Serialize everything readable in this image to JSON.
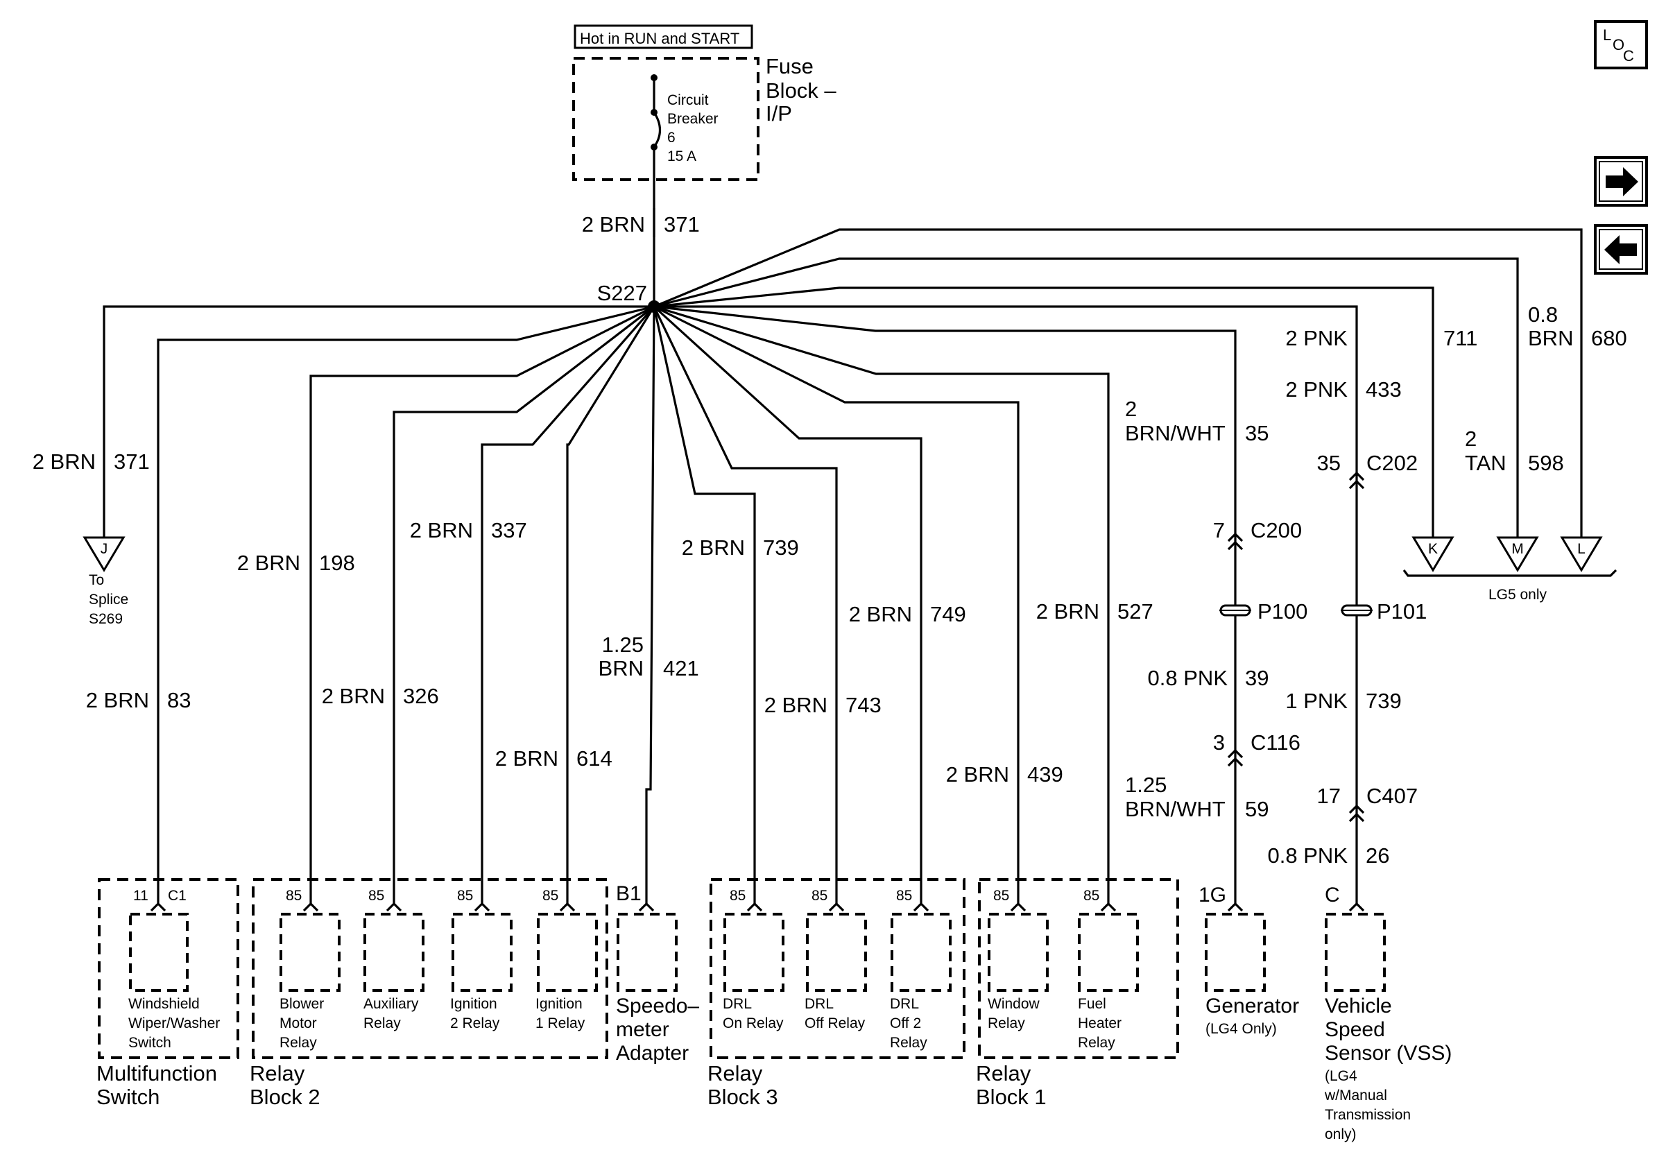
{
  "header": {
    "hot_label": "Hot in RUN and START",
    "loc_main": "L",
    "loc_sub1": "O",
    "loc_sub2": "C"
  },
  "fuse_block": {
    "title1": "Fuse",
    "title2": "Block –",
    "title3": "I/P",
    "cb1": "Circuit",
    "cb2": "Breaker",
    "cb3": "6",
    "cb4": "15 A"
  },
  "feed": {
    "wire": "2 BRN",
    "circuit": "371"
  },
  "splice": {
    "name": "S227"
  },
  "nav": {
    "forward_icon": "arrow-right-icon",
    "back_icon": "arrow-left-icon"
  },
  "wires": {
    "j": {
      "wire": "2 BRN",
      "circuit": "371"
    },
    "mf": {
      "wire": "2 BRN",
      "circuit": "83"
    },
    "blower": {
      "wire": "2 BRN",
      "circuit": "198"
    },
    "aux": {
      "wire": "2 BRN",
      "circuit": "326"
    },
    "ign2": {
      "wire": "2 BRN",
      "circuit": "337"
    },
    "ign1": {
      "wire": "2 BRN",
      "circuit": "614"
    },
    "speedo": {
      "wire1": "1.25",
      "wire2": "BRN",
      "circuit": "421"
    },
    "drlon": {
      "wire": "2 BRN",
      "circuit": "739"
    },
    "drloff": {
      "wire": "2 BRN",
      "circuit": "743"
    },
    "drloff2": {
      "wire": "2 BRN",
      "circuit": "749"
    },
    "window": {
      "wire": "2 BRN",
      "circuit": "439"
    },
    "fuel": {
      "wire": "2 BRN",
      "circuit": "527"
    },
    "gen_top": {
      "wire1": "2",
      "wire2": "BRN/WHT",
      "circuit": "35"
    },
    "gen_mid": {
      "wire": "0.8 PNK",
      "circuit": "39"
    },
    "gen_bot": {
      "wire1": "1.25",
      "wire2": "BRN/WHT",
      "circuit": "59"
    },
    "vss_top1": {
      "wire": "2 PNK",
      "circuit": "711"
    },
    "vss_top2": {
      "wire": "2 PNK",
      "circuit": "433"
    },
    "vss_mid": {
      "wire": "1 PNK",
      "circuit": "739"
    },
    "vss_bot": {
      "wire": "0.8 PNK",
      "circuit": "26"
    },
    "m": {
      "wire1": "2",
      "wire2": "TAN",
      "circuit": "598"
    },
    "l": {
      "wire1": "0.8",
      "wire2": "BRN",
      "circuit": "680"
    }
  },
  "connectors": {
    "c200": {
      "pin": "7",
      "name": "C200"
    },
    "p100": {
      "name": "P100"
    },
    "c116": {
      "pin": "3",
      "name": "C116"
    },
    "c202": {
      "pin": "35",
      "name": "C202"
    },
    "p101": {
      "name": "P101"
    },
    "c407": {
      "pin": "17",
      "name": "C407"
    }
  },
  "offpage": {
    "j": "J",
    "k": "K",
    "m": "M",
    "l": "L",
    "j_note1": "To",
    "j_note2": "Splice",
    "j_note3": "S269",
    "lg5": "LG5 only"
  },
  "components": {
    "mf_pin": "11",
    "mf_conn": "C1",
    "mf_l1": "Windshield",
    "mf_l2": "Wiper/Washer",
    "mf_l3": "Switch",
    "mf_t1": "Multifunction",
    "mf_t2": "Switch",
    "rb2_t1": "Relay",
    "rb2_t2": "Block 2",
    "blower_pin": "85",
    "blower_l1": "Blower",
    "blower_l2": "Motor",
    "blower_l3": "Relay",
    "aux_pin": "85",
    "aux_l1": "Auxiliary",
    "aux_l2": "Relay",
    "ign2_pin": "85",
    "ign2_l1": "Ignition",
    "ign2_l2": "2 Relay",
    "ign1_pin": "85",
    "ign1_l1": "Ignition",
    "ign1_l2": "1 Relay",
    "speedo_pin": "B1",
    "speedo_l1": "Speedo–",
    "speedo_l2": "meter",
    "speedo_l3": "Adapter",
    "rb3_t1": "Relay",
    "rb3_t2": "Block 3",
    "drlon_pin": "85",
    "drlon_l1": "DRL",
    "drlon_l2": "On Relay",
    "drloff_pin": "85",
    "drloff_l1": "DRL",
    "drloff_l2": "Off Relay",
    "drloff2_pin": "85",
    "drloff2_l1": "DRL",
    "drloff2_l2": "Off 2",
    "drloff2_l3": "Relay",
    "rb1_t1": "Relay",
    "rb1_t2": "Block 1",
    "window_pin": "85",
    "window_l1": "Window",
    "window_l2": "Relay",
    "fuel_pin": "85",
    "fuel_l1": "Fuel",
    "fuel_l2": "Heater",
    "fuel_l3": "Relay",
    "gen_pin": "1G",
    "gen_l1": "Generator",
    "gen_l2": "(LG4 Only)",
    "vss_pin": "C",
    "vss_l1": "Vehicle",
    "vss_l2": "Speed",
    "vss_l3": "Sensor (VSS)",
    "vss_n1": "(LG4",
    "vss_n2": "w/Manual",
    "vss_n3": "Transmission",
    "vss_n4": "only)"
  }
}
